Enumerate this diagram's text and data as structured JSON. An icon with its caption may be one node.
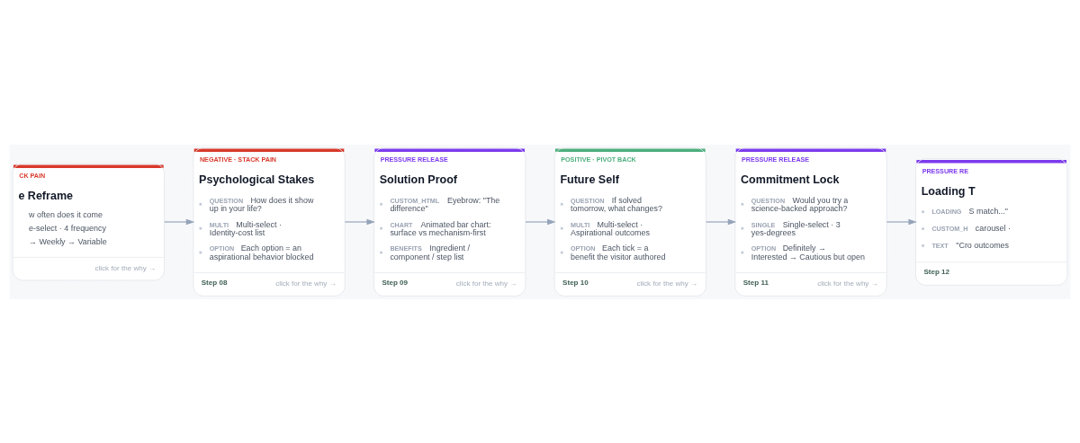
{
  "diagram": {
    "nodes": [
      {
        "text": [
          "CK PAIN",
          "e Reframe",
          "w often does it come",
          "e-select · 4 frequency",
          "→ Weekly → Variable",
          "click for the why →"
        ]
      },
      {
        "text": [
          "NEGATIVE · STACK PAIN",
          "Psychological Stakes",
          "QUESTION",
          "How does it show up in your life?",
          "MULTI",
          "Multi-select · Identity-cost list",
          "OPTION",
          "Each option = an aspirational behavior blocked",
          "Step 08",
          "click for the why →"
        ]
      },
      {
        "text": [
          "PRESSURE RELEASE",
          "Solution Proof",
          "CUSTOM_HTML",
          "Eyebrow: \"The difference\"",
          "CHART",
          "Animated bar chart: surface vs mechanism-first",
          "BENEFITS",
          "Ingredient / component / step list",
          "Step 09",
          "click for the why →"
        ]
      },
      {
        "text": [
          "POSITIVE · PIVOT BACK",
          "Future Self",
          "QUESTION",
          "If solved tomorrow, what changes?",
          "MULTI",
          "Multi-select · Aspirational outcomes",
          "OPTION",
          "Each tick = a benefit the visitor authored",
          "Step 10",
          "click for the why →"
        ]
      },
      {
        "text": [
          "PRESSURE RELEASE",
          "Commitment Lock",
          "QUESTION",
          "Would you try a science-backed approach?",
          "SINGLE",
          "Single-select · 3 yes-degrees",
          "OPTION",
          "Definitely → Interested → Cautious but open",
          "Step 11",
          "click for the why →"
        ]
      },
      {
        "text": [
          "PRESSURE RE",
          "Loading T",
          "LOADING",
          "S match...\"",
          "CUSTOM_H",
          "carousel ·",
          "TEXT",
          "\"Cro outcomes",
          "Step 12"
        ]
      }
    ],
    "edges": [
      {
        "from": 0,
        "to": 1,
        "arrow": "to"
      },
      {
        "from": 1,
        "to": 2,
        "arrow": "to"
      },
      {
        "from": 2,
        "to": 3,
        "arrow": "to"
      },
      {
        "from": 3,
        "to": 4,
        "arrow": "to"
      },
      {
        "from": 4,
        "to": 5,
        "arrow": "to"
      }
    ]
  }
}
